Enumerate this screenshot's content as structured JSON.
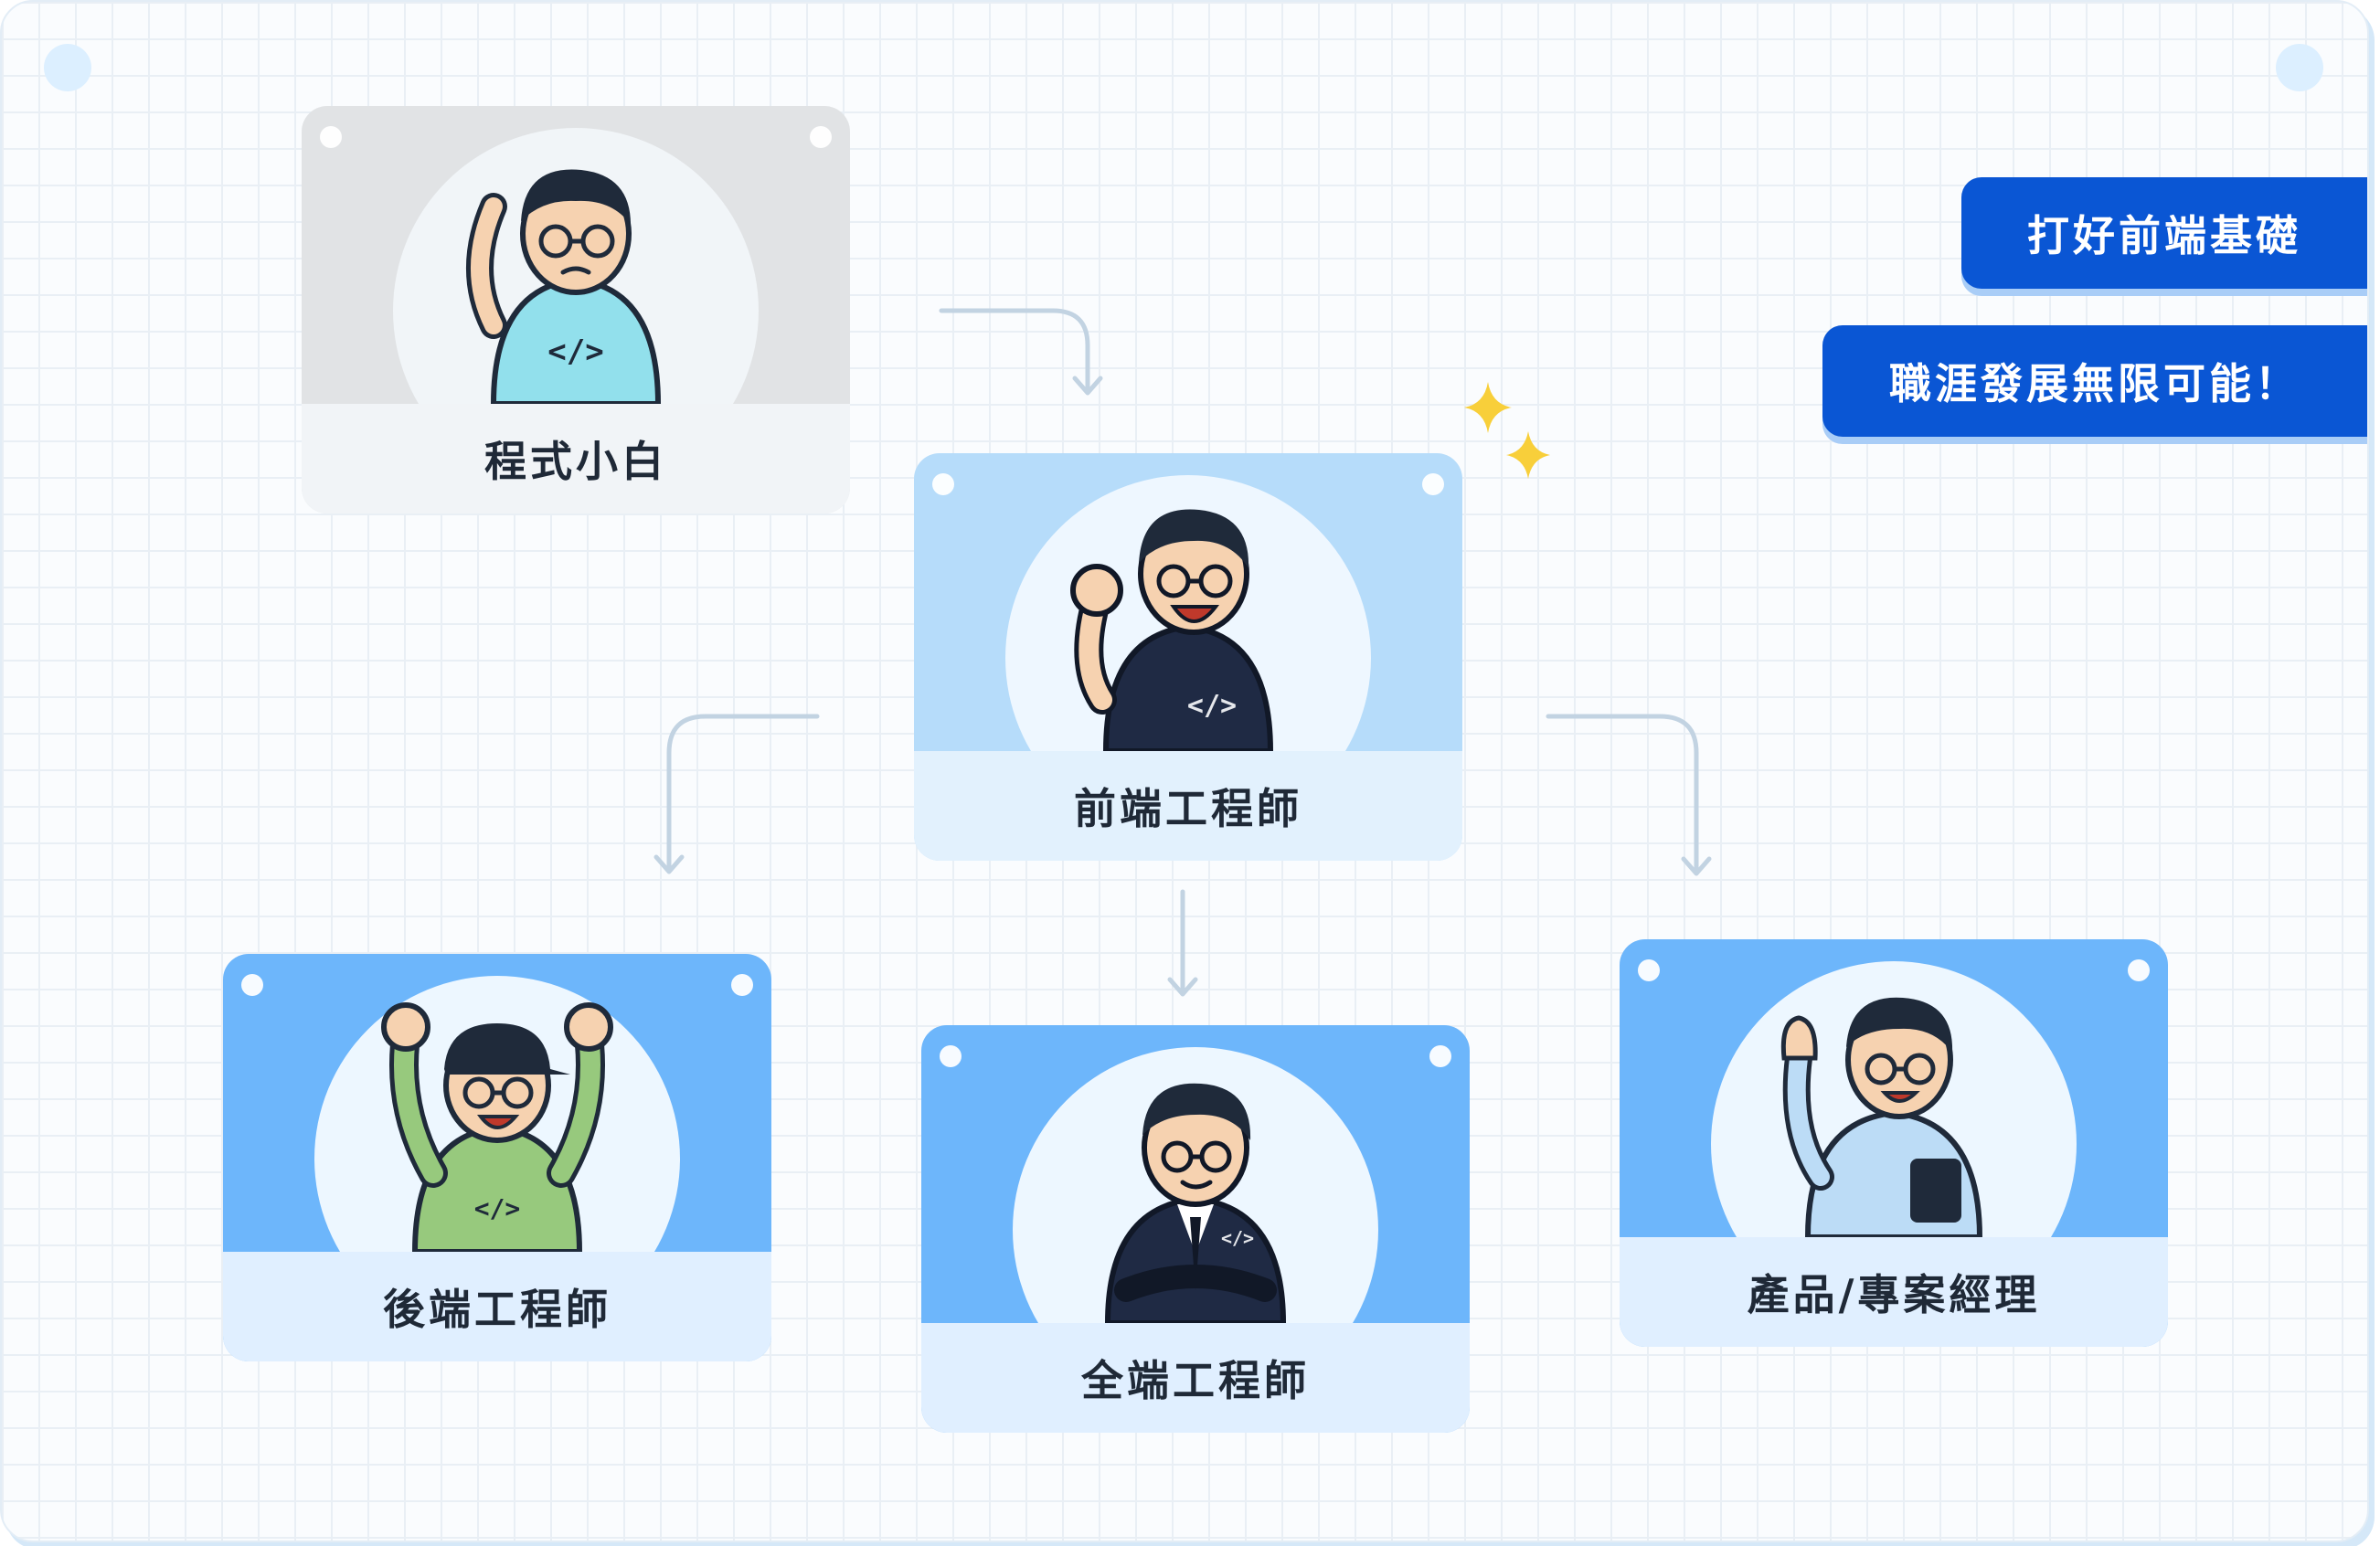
{
  "nodes": {
    "novice": {
      "label": "程式小白"
    },
    "frontend": {
      "label": "前端工程師"
    },
    "backend": {
      "label": "後端工程師"
    },
    "fullstack": {
      "label": "全端工程師"
    },
    "pm": {
      "label": "產品/專案經理"
    }
  },
  "tags": {
    "foundation": "打好前端基礎",
    "career": "職涯發展無限可能！"
  },
  "colors": {
    "accent": "#0a56d4",
    "card_blue": "#6db6fb",
    "card_light_blue": "#b6dcfa",
    "card_gray": "#e1e3e5",
    "sparkle": "#f8cf3a"
  },
  "icons": [
    "code-icon",
    "sparkle-icon",
    "arrow-down-icon"
  ]
}
